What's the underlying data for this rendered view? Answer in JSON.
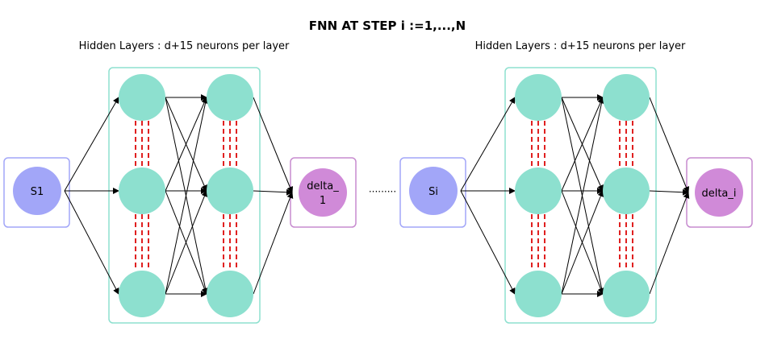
{
  "title": "FNN AT STEP i :=1,...,N",
  "ellipsis": "·········",
  "networks": [
    {
      "hidden_caption": "Hidden Layers : d+15 neurons per layer",
      "input_label": "S1",
      "output_label_lines": [
        "delta_",
        "1"
      ]
    },
    {
      "hidden_caption": "Hidden Layers : d+15 neurons per layer",
      "input_label": "Si",
      "output_label_lines": [
        "delta_i"
      ]
    }
  ],
  "colors": {
    "input_fill": "#a2a6f8",
    "input_border": "#a2a6f8",
    "hidden_fill": "#8de0cf",
    "hidden_border": "#8de0cf",
    "output_fill": "#d08ad8",
    "output_border": "#c78bcf",
    "dashed": "#e02020",
    "edge": "#000000"
  }
}
